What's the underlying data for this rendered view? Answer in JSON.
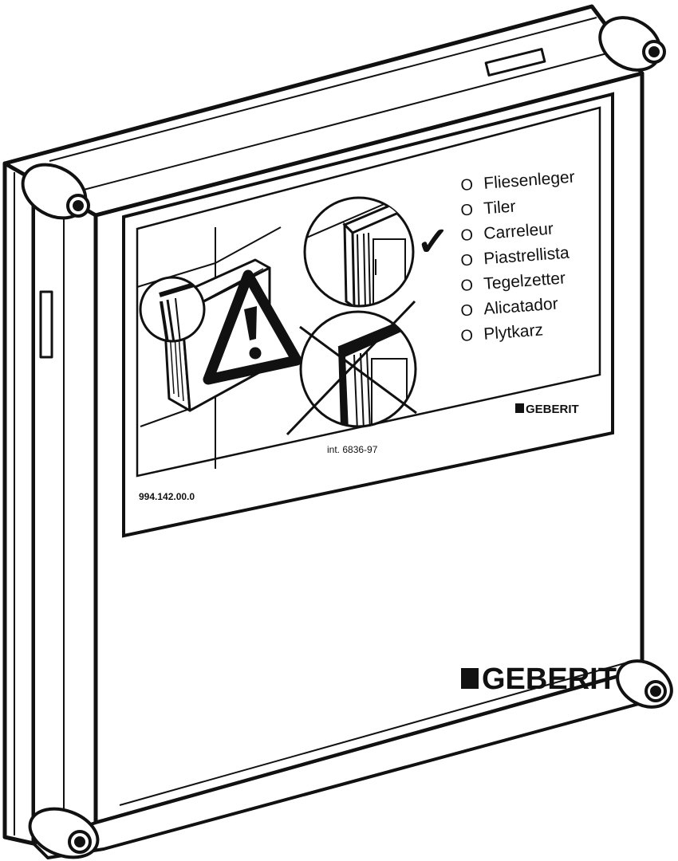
{
  "label": {
    "trades": [
      "Fliesenleger",
      "Tiler",
      "Carreleur",
      "Piastrellista",
      "Tegelzetter",
      "Alicatador",
      "Plytkarz"
    ],
    "checkbox_glyph": "O",
    "check_mark": "✓",
    "brand_small": "GEBERIT",
    "drawing_ref": "int. 6836-97",
    "article_number": "994.142.00.0"
  },
  "cover": {
    "brand_large": "GEBERIT"
  },
  "icons": [
    "warning-triangle-icon",
    "check-mark-icon",
    "prohibited-cross-icon",
    "screw-icon"
  ],
  "colors": {
    "line": "#111111",
    "fill": "#ffffff",
    "brand": "#111111"
  }
}
